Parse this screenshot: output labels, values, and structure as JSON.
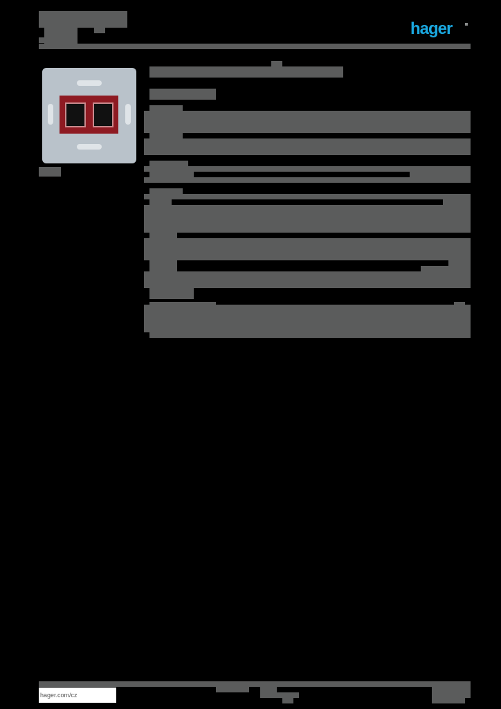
{
  "document": {
    "brand": "hager",
    "brand_color": "#1aa8e0",
    "redaction_color": "#5b5c5c",
    "header": {
      "title": "",
      "subtitle": ""
    },
    "product_image": {
      "alt": "Base plate with red 2-port data module holder",
      "caption": ""
    },
    "sections": [
      {
        "id": "title",
        "label": ""
      },
      {
        "id": "subtitle",
        "label": ""
      },
      {
        "id": "section-1",
        "label": ""
      },
      {
        "id": "section-2",
        "label": ""
      },
      {
        "id": "section-3",
        "label": ""
      },
      {
        "id": "section-4",
        "label": ""
      },
      {
        "id": "section-5",
        "label": ""
      }
    ],
    "footer": {
      "link": "hager.com/cz",
      "center_text": "",
      "page": ""
    }
  }
}
